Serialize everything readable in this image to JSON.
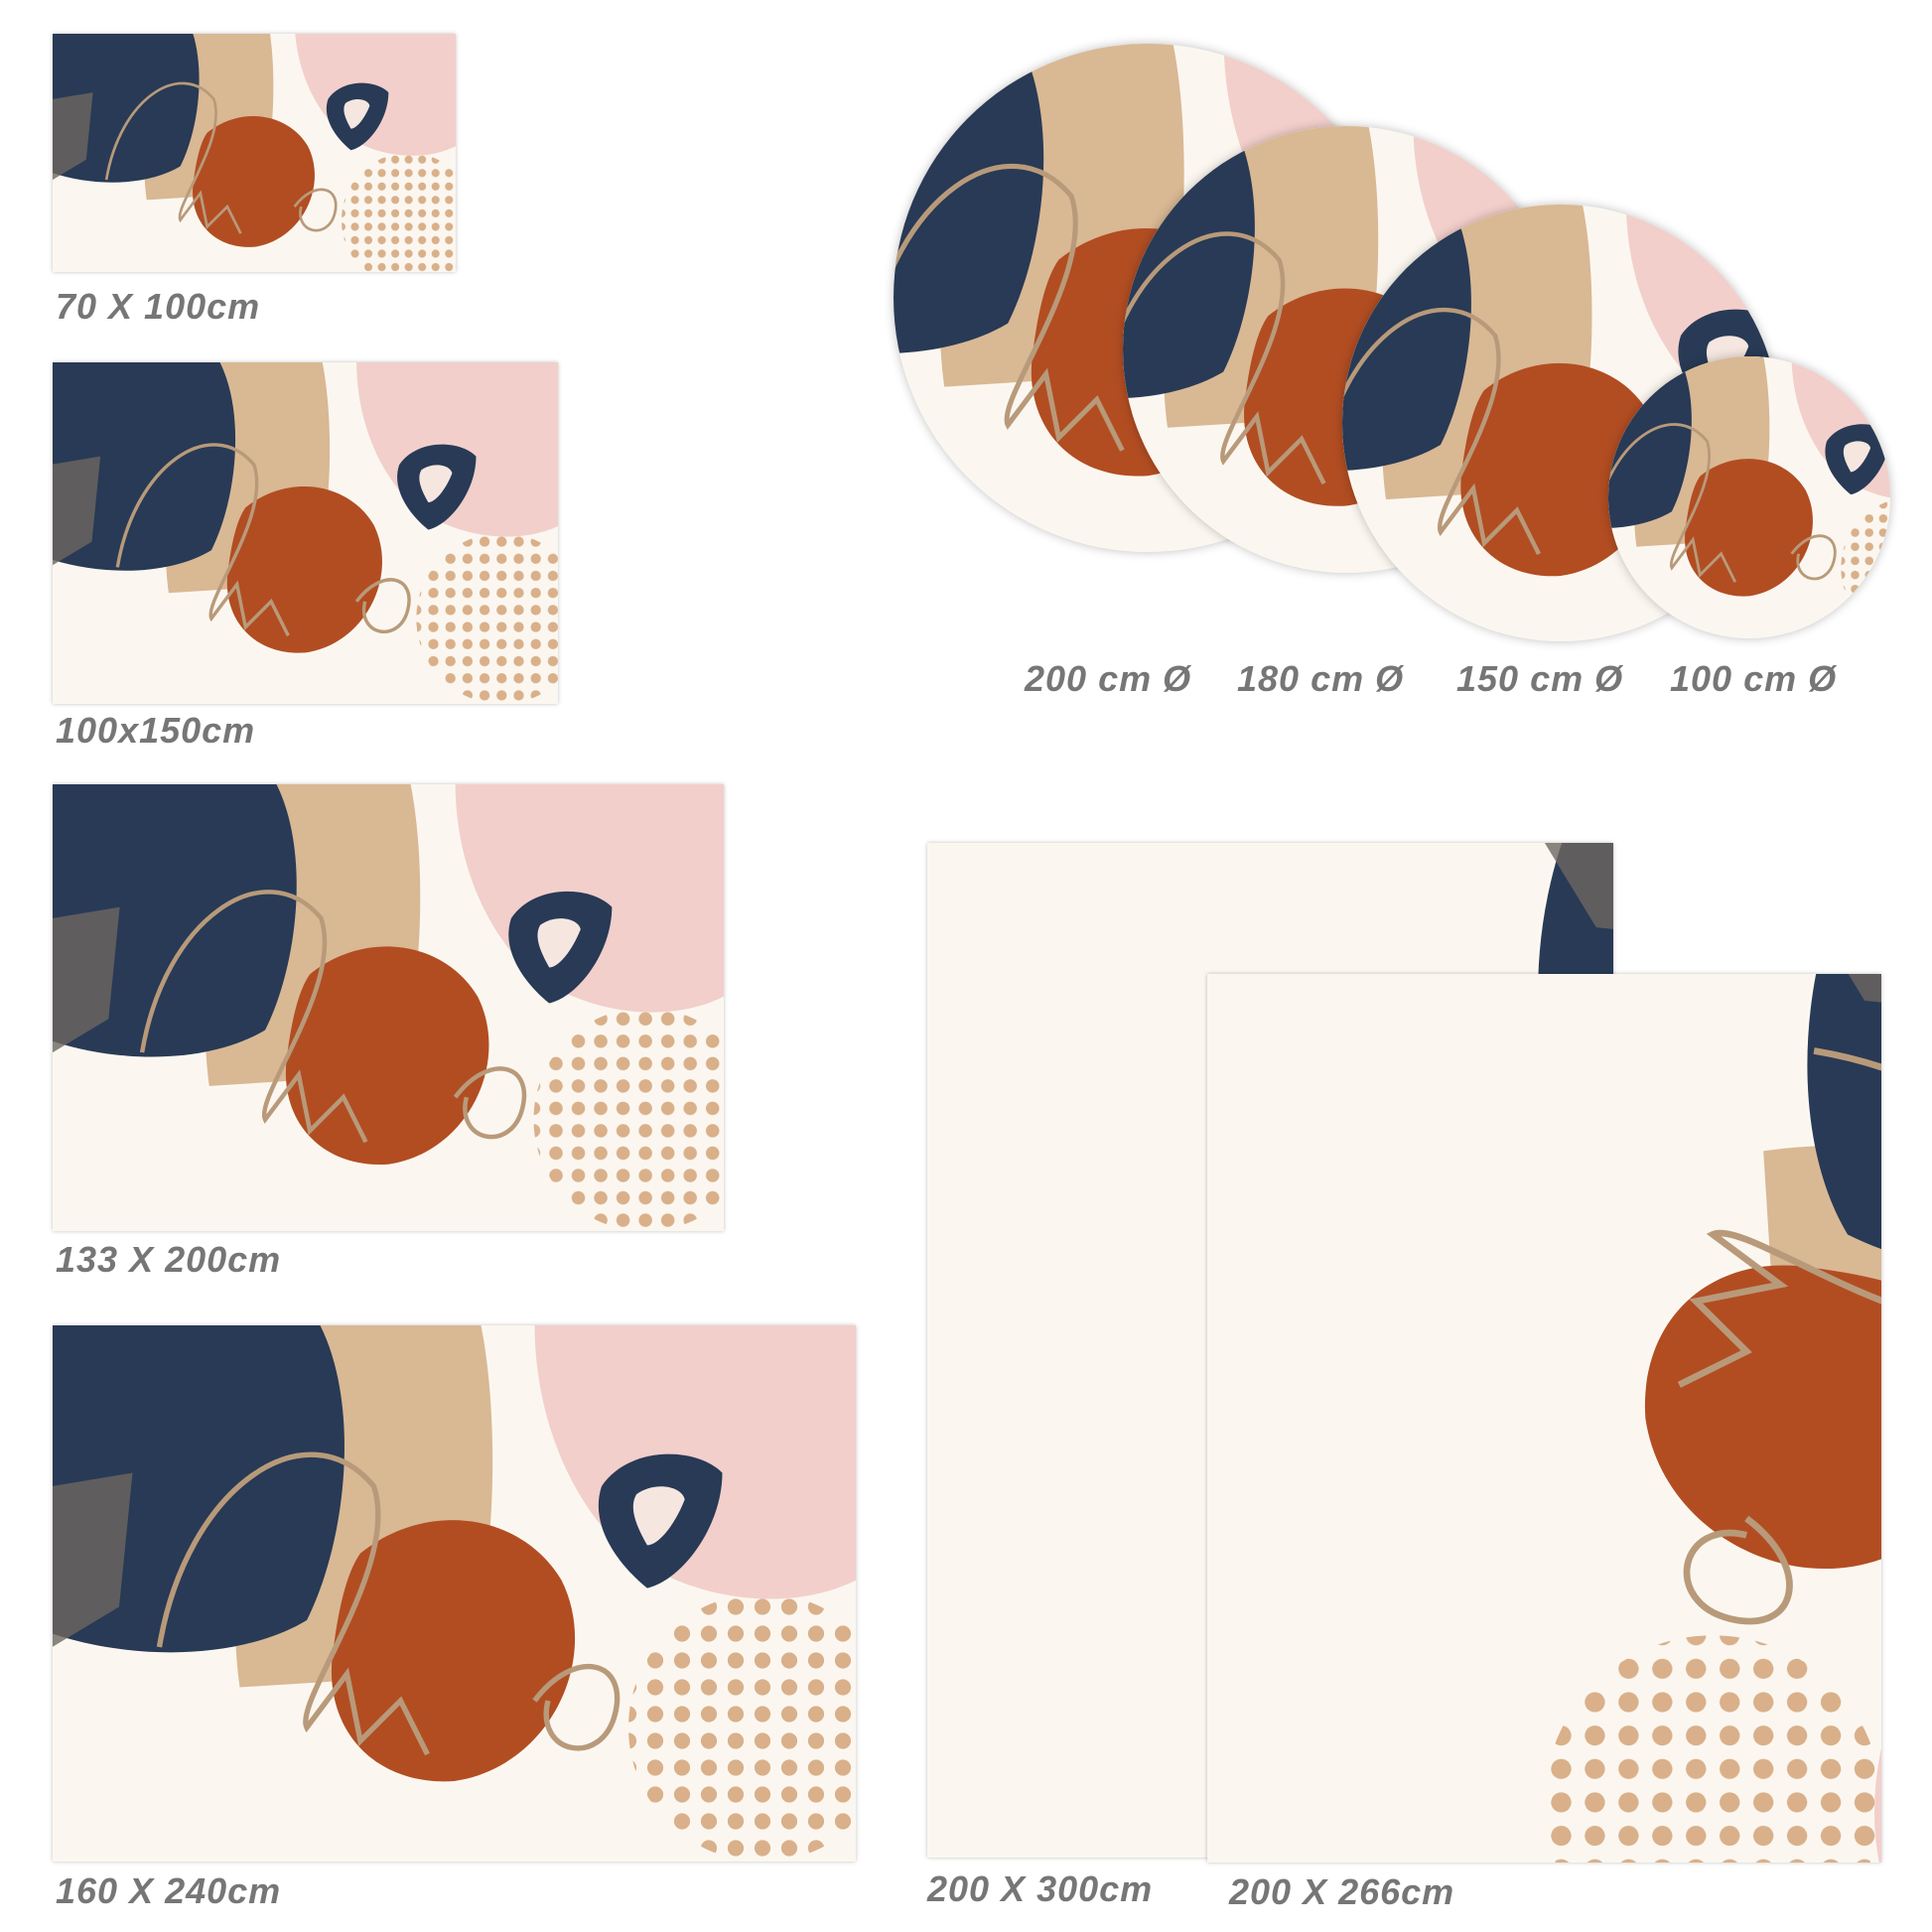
{
  "rectangular_sizes": [
    "70 X 100cm",
    "100x150cm",
    "133 X 200cm",
    "160 X 240cm"
  ],
  "round_sizes": [
    "200 cm Ø",
    "180 cm Ø",
    "150 cm Ø",
    "100 cm Ø"
  ],
  "runner_sizes": [
    "200 X 300cm",
    "200 X 266cm"
  ],
  "colors": {
    "navy": "#283a55",
    "tan": "#d9b894",
    "pink": "#f2cfcb",
    "rust": "#b24d22",
    "cream": "#fbf7f0",
    "label": "#767676"
  }
}
